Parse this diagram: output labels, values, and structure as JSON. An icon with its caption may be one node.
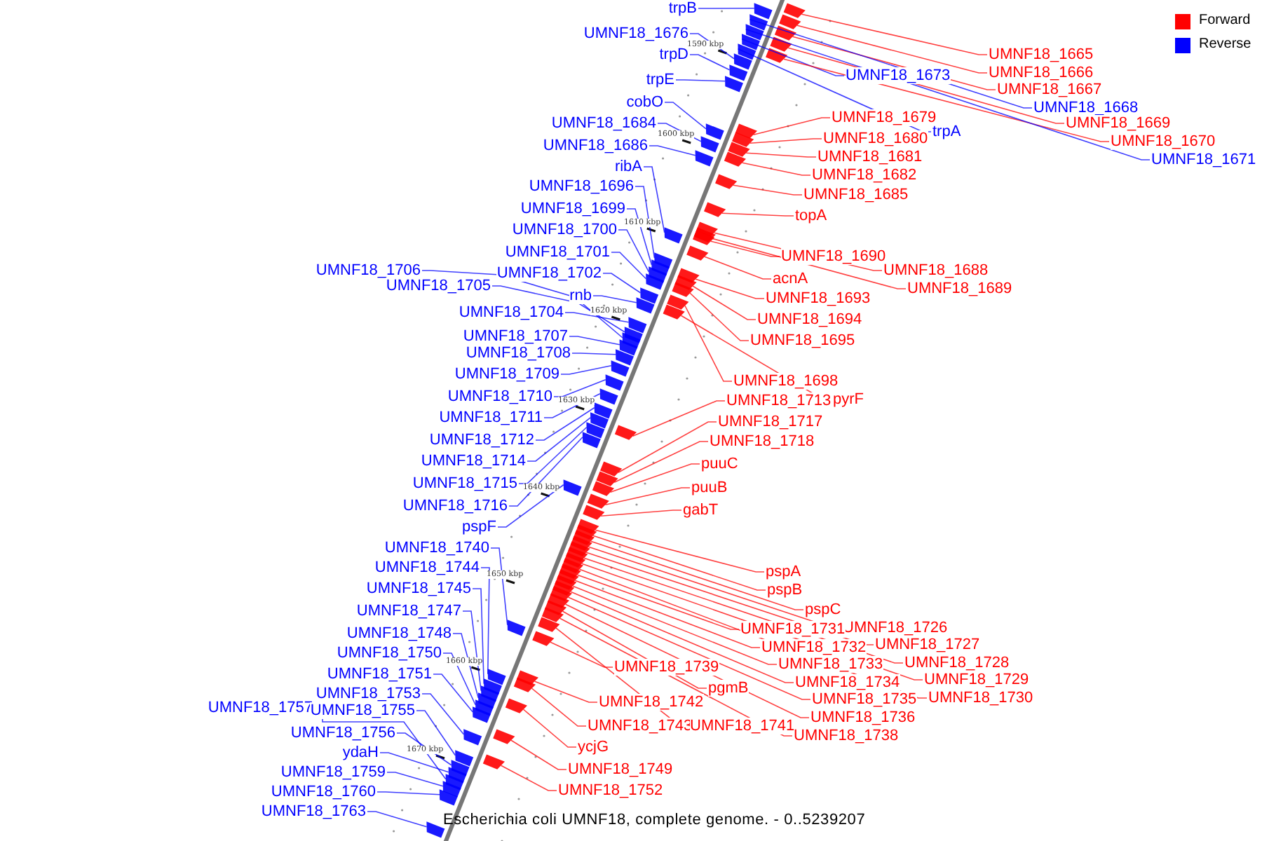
{
  "diagram": {
    "caption": "Escherichia coli UMNF18, complete genome. - 0..5239207",
    "nodes": [
      {
        "text": [
          "trpB"
        ]
      },
      {
        "text": [
          "UMNF18_1676"
        ]
      },
      {
        "text": [
          "trpD"
        ]
      },
      {
        "text": [
          "trpE"
        ]
      },
      {
        "text": [
          "cobO"
        ]
      },
      {
        "text": [
          "UMNF18_1684"
        ]
      },
      {
        "text": [
          "UMNF18_1686"
        ]
      },
      {
        "text": [
          "ribA"
        ]
      },
      {
        "text": [
          "UMNF18_1696"
        ]
      },
      {
        "text": [
          "UMNF18_1699"
        ]
      },
      {
        "text": [
          "UMNF18_1700"
        ]
      },
      {
        "text": [
          "UMNF18_1701"
        ]
      },
      {
        "text": [
          "UMNF18_1702"
        ]
      },
      {
        "text": [
          "UMNF18_1706"
        ]
      },
      {
        "text": [
          "UMNF18_1705"
        ]
      },
      {
        "text": [
          "rnb"
        ]
      },
      {
        "text": [
          "UMNF18_1704"
        ]
      },
      {
        "text": [
          "UMNF18_1707"
        ]
      },
      {
        "text": [
          "UMNF18_1708"
        ]
      },
      {
        "text": [
          "UMNF18_1709"
        ]
      },
      {
        "text": [
          "UMNF18_1710"
        ]
      },
      {
        "text": [
          "UMNF18_1711"
        ]
      },
      {
        "text": [
          "UMNF18_1712"
        ]
      },
      {
        "text": [
          "UMNF18_1714"
        ]
      },
      {
        "text": [
          "UMNF18_1715"
        ]
      },
      {
        "text": [
          "UMNF18_1716"
        ]
      },
      {
        "text": [
          "pspF"
        ]
      },
      {
        "text": [
          "UMNF18_1740"
        ]
      },
      {
        "text": [
          "UMNF18_1744"
        ]
      },
      {
        "text": [
          "UMNF18_1745"
        ]
      },
      {
        "text": [
          "UMNF18_1747"
        ]
      },
      {
        "text": [
          "UMNF18_1748"
        ]
      },
      {
        "text": [
          "UMNF18_1750"
        ]
      },
      {
        "text": [
          "UMNF18_1751"
        ]
      },
      {
        "text": [
          "UMNF18_1753"
        ]
      },
      {
        "text": [
          "UMNF18_1757"
        ]
      },
      {
        "text": [
          "UMNF18_1755"
        ]
      },
      {
        "text": [
          "UMNF18_1756"
        ]
      },
      {
        "text": [
          "ydaH"
        ]
      },
      {
        "text": [
          "UMNF18_1759"
        ]
      },
      {
        "text": [
          "UMNF18_1760"
        ]
      },
      {
        "text": [
          "UMNF18_1763"
        ]
      },
      {
        "text": [
          "UMNF18_1665"
        ]
      },
      {
        "text": [
          "UMNF18_1666"
        ]
      },
      {
        "text": [
          "UMNF18_1667"
        ]
      },
      {
        "text": [
          "UMNF18_1673"
        ]
      },
      {
        "text": [
          "UMNF18_1668"
        ]
      },
      {
        "text": [
          "UMNF18_1669"
        ]
      },
      {
        "text": [
          "UMNF18_1670"
        ]
      },
      {
        "text": [
          "UMNF18_1671"
        ]
      },
      {
        "text": [
          "UMNF18_1679"
        ]
      },
      {
        "text": [
          "trpA"
        ]
      },
      {
        "text": [
          "UMNF18_1680"
        ]
      },
      {
        "text": [
          "UMNF18_1681"
        ]
      },
      {
        "text": [
          "UMNF18_1682"
        ]
      },
      {
        "text": [
          "UMNF18_1685"
        ]
      },
      {
        "text": [
          "topA"
        ]
      },
      {
        "text": [
          "UMNF18_1690"
        ]
      },
      {
        "text": [
          "UMNF18_1688"
        ]
      },
      {
        "text": [
          "UMNF18_1689"
        ]
      },
      {
        "text": [
          "acnA"
        ]
      },
      {
        "text": [
          "UMNF18_1693"
        ]
      },
      {
        "text": [
          "UMNF18_1694"
        ]
      },
      {
        "text": [
          "UMNF18_1695"
        ]
      },
      {
        "text": [
          "UMNF18_1698"
        ]
      },
      {
        "text": [
          "pyrF"
        ]
      },
      {
        "text": [
          "UMNF18_1713"
        ]
      },
      {
        "text": [
          "UMNF18_1717"
        ]
      },
      {
        "text": [
          "UMNF18_1718"
        ]
      },
      {
        "text": [
          "puuC"
        ]
      },
      {
        "text": [
          "puuB"
        ]
      },
      {
        "text": [
          "gabT"
        ]
      },
      {
        "text": [
          "pspA"
        ]
      },
      {
        "text": [
          "pspB"
        ]
      },
      {
        "text": [
          "pspC"
        ]
      },
      {
        "text": [
          "UMNF18_1726"
        ]
      },
      {
        "text": [
          "UMNF18_1731"
        ]
      },
      {
        "text": [
          "UMNF18_1727"
        ]
      },
      {
        "text": [
          "UMNF18_1732"
        ]
      },
      {
        "text": [
          "UMNF18_1733"
        ]
      },
      {
        "text": [
          "UMNF18_1728"
        ]
      },
      {
        "text": [
          "UMNF18_1734"
        ]
      },
      {
        "text": [
          "UMNF18_1729"
        ]
      },
      {
        "text": [
          "UMNF18_1730"
        ]
      },
      {
        "text": [
          "UMNF18_1735"
        ]
      },
      {
        "text": [
          "UMNF18_1739"
        ]
      },
      {
        "text": [
          "pgmB"
        ]
      },
      {
        "text": [
          "UMNF18_1742"
        ]
      },
      {
        "text": [
          "UMNF18_1736"
        ]
      },
      {
        "text": [
          "UMNF18_1743"
        ]
      },
      {
        "text": [
          "UMNF18_1741"
        ]
      },
      {
        "text": [
          "UMNF18_1738"
        ]
      },
      {
        "text": [
          "ycjG"
        ]
      },
      {
        "text": [
          "UMNF18_1749"
        ]
      },
      {
        "text": [
          "UMNF18_1752"
        ]
      },
      {
        "text": [],
        "shape": "bar"
      },
      {
        "text": [],
        "shape": "bar"
      },
      {
        "text": [],
        "shape": "bar"
      },
      {
        "text": [],
        "shape": "bar"
      },
      {
        "text": [],
        "shape": "bar"
      },
      {
        "text": [],
        "shape": "bar"
      },
      {
        "text": [],
        "shape": "bar"
      },
      {
        "text": [],
        "shape": "bar"
      },
      {
        "text": [],
        "shape": "bar"
      },
      {
        "text": [],
        "shape": "bar"
      },
      {
        "text": [],
        "shape": "bar"
      },
      {
        "text": [],
        "shape": "bar"
      },
      {
        "text": [],
        "shape": "bar"
      },
      {
        "text": [],
        "shape": "bar"
      },
      {
        "text": [],
        "shape": "bar"
      },
      {
        "text": [],
        "shape": "bar"
      },
      {
        "text": [],
        "shape": "bar"
      },
      {
        "text": [],
        "shape": "bar"
      },
      {
        "text": [],
        "shape": "bar"
      },
      {
        "text": [],
        "shape": "bar"
      },
      {
        "text": [],
        "shape": "bar"
      },
      {
        "text": [],
        "shape": "bar"
      },
      {
        "text": [],
        "shape": "bar"
      },
      {
        "text": [],
        "shape": "bar"
      },
      {
        "text": [],
        "shape": "bar"
      },
      {
        "text": [],
        "shape": "bar"
      },
      {
        "text": [],
        "shape": "bar"
      },
      {
        "text": [],
        "shape": "bar"
      },
      {
        "text": [],
        "shape": "bar"
      },
      {
        "text": [],
        "shape": "bar"
      },
      {
        "text": [],
        "shape": "bar"
      },
      {
        "text": [],
        "shape": "bar"
      },
      {
        "text": [],
        "shape": "bar"
      },
      {
        "text": [],
        "shape": "bar"
      },
      {
        "text": [],
        "shape": "bar"
      },
      {
        "text": [],
        "shape": "bar"
      },
      {
        "text": [],
        "shape": "bar"
      },
      {
        "text": [],
        "shape": "bar"
      },
      {
        "text": [],
        "shape": "bar"
      },
      {
        "text": [],
        "shape": "bar"
      },
      {
        "text": [],
        "shape": "bar"
      },
      {
        "text": [],
        "shape": "bar"
      },
      {
        "text": [],
        "shape": "bar"
      },
      {
        "text": [],
        "shape": "bar"
      },
      {
        "text": [],
        "shape": "bar"
      },
      {
        "text": [],
        "shape": "bar"
      },
      {
        "text": [],
        "shape": "bar"
      },
      {
        "text": [],
        "shape": "bar"
      },
      {
        "text": [],
        "shape": "bar"
      },
      {
        "text": [],
        "shape": "bar"
      },
      {
        "text": [],
        "shape": "bar"
      },
      {
        "text": [],
        "shape": "bar"
      },
      {
        "text": [],
        "shape": "bar"
      },
      {
        "text": [],
        "shape": "bar"
      },
      {
        "text": [],
        "shape": "bar"
      },
      {
        "text": [],
        "shape": "bar"
      },
      {
        "text": [],
        "shape": "bar"
      },
      {
        "text": [],
        "shape": "bar"
      },
      {
        "text": [],
        "shape": "bar"
      },
      {
        "text": [],
        "shape": "bar"
      },
      {
        "text": [],
        "shape": "bar"
      },
      {
        "text": [],
        "shape": "bar"
      },
      {
        "text": [],
        "shape": "bar"
      },
      {
        "text": [],
        "shape": "bar"
      },
      {
        "text": [],
        "shape": "bar"
      },
      {
        "text": [],
        "shape": "bar"
      },
      {
        "text": [],
        "shape": "bar"
      },
      {
        "text": [],
        "shape": "bar"
      },
      {
        "text": [],
        "shape": "bar"
      },
      {
        "text": [],
        "shape": "bar"
      },
      {
        "text": [],
        "shape": "bar"
      },
      {
        "text": [],
        "shape": "bar"
      },
      {
        "text": [],
        "shape": "bar"
      },
      {
        "text": [],
        "shape": "bar"
      },
      {
        "text": [],
        "shape": "bar"
      },
      {
        "text": [],
        "shape": "bar"
      },
      {
        "text": [],
        "shape": "bar"
      },
      {
        "text": [],
        "shape": "bar"
      },
      {
        "text": [],
        "shape": "bar"
      },
      {
        "text": [],
        "shape": "bar"
      },
      {
        "text": [],
        "shape": "bar"
      },
      {
        "text": [],
        "shape": "bar"
      },
      {
        "text": [],
        "shape": "bar"
      },
      {
        "text": [],
        "shape": "bar"
      },
      {
        "text": [],
        "shape": "bar"
      },
      {
        "text": [],
        "shape": "bar"
      },
      {
        "text": [],
        "shape": "bar"
      },
      {
        "text": [],
        "shape": "bar"
      },
      {
        "text": [],
        "shape": "bar"
      },
      {
        "text": [],
        "shape": "bar"
      },
      {
        "text": [],
        "shape": "bar"
      },
      {
        "text": [],
        "shape": "bar"
      },
      {
        "text": [],
        "shape": "bar"
      },
      {
        "text": [],
        "shape": "bar"
      },
      {
        "text": [],
        "shape": "bar"
      }
    ],
    "edges": [
      {
        "from": 0,
        "to": 96,
        "arrow": "none",
        "color": "#0000ff"
      },
      {
        "from": 1,
        "to": 105,
        "arrow": "none",
        "color": "#0000ff"
      },
      {
        "from": 2,
        "to": 106,
        "arrow": "none",
        "color": "#0000ff"
      },
      {
        "from": 3,
        "to": 107,
        "arrow": "none",
        "color": "#0000ff"
      },
      {
        "from": 4,
        "to": 110,
        "arrow": "none",
        "color": "#0000ff"
      },
      {
        "from": 5,
        "to": 112,
        "arrow": "none",
        "color": "#0000ff"
      },
      {
        "from": 6,
        "to": 114,
        "arrow": "none",
        "color": "#0000ff"
      },
      {
        "from": 7,
        "to": 120,
        "arrow": "none",
        "color": "#0000ff"
      },
      {
        "from": 8,
        "to": 122,
        "arrow": "none",
        "color": "#0000ff"
      },
      {
        "from": 9,
        "to": 124,
        "arrow": "none",
        "color": "#0000ff"
      },
      {
        "from": 10,
        "to": 126,
        "arrow": "none",
        "color": "#0000ff"
      },
      {
        "from": 11,
        "to": 128,
        "arrow": "none",
        "color": "#0000ff"
      },
      {
        "from": 12,
        "to": 130,
        "arrow": "none",
        "color": "#0000ff"
      },
      {
        "from": 13,
        "to": 135,
        "arrow": "none",
        "color": "#0000ff"
      },
      {
        "from": 14,
        "to": 134,
        "arrow": "none",
        "color": "#0000ff"
      },
      {
        "from": 15,
        "to": 132,
        "arrow": "none",
        "color": "#0000ff"
      },
      {
        "from": 16,
        "to": 133,
        "arrow": "none",
        "color": "#0000ff"
      },
      {
        "from": 17,
        "to": 136,
        "arrow": "none",
        "color": "#0000ff"
      },
      {
        "from": 18,
        "to": 137,
        "arrow": "none",
        "color": "#0000ff"
      },
      {
        "from": 19,
        "to": 138,
        "arrow": "none",
        "color": "#0000ff"
      },
      {
        "from": 20,
        "to": 139,
        "arrow": "none",
        "color": "#0000ff"
      },
      {
        "from": 21,
        "to": 140,
        "arrow": "none",
        "color": "#0000ff"
      },
      {
        "from": 22,
        "to": 141,
        "arrow": "none",
        "color": "#0000ff"
      },
      {
        "from": 23,
        "to": 142,
        "arrow": "none",
        "color": "#0000ff"
      },
      {
        "from": 24,
        "to": 144,
        "arrow": "none",
        "color": "#0000ff"
      },
      {
        "from": 25,
        "to": 145,
        "arrow": "none",
        "color": "#0000ff"
      },
      {
        "from": 26,
        "to": 149,
        "arrow": "none",
        "color": "#0000ff"
      },
      {
        "from": 27,
        "to": 169,
        "arrow": "none",
        "color": "#0000ff"
      },
      {
        "from": 28,
        "to": 173,
        "arrow": "none",
        "color": "#0000ff"
      },
      {
        "from": 29,
        "to": 174,
        "arrow": "none",
        "color": "#0000ff"
      },
      {
        "from": 30,
        "to": 175,
        "arrow": "none",
        "color": "#0000ff"
      },
      {
        "from": 31,
        "to": 177,
        "arrow": "none",
        "color": "#0000ff"
      },
      {
        "from": 32,
        "to": 178,
        "arrow": "none",
        "color": "#0000ff"
      },
      {
        "from": 33,
        "to": 179,
        "arrow": "none",
        "color": "#0000ff"
      },
      {
        "from": 34,
        "to": 181,
        "arrow": "none",
        "color": "#0000ff"
      },
      {
        "from": 35,
        "to": 186,
        "arrow": "none",
        "color": "#0000ff"
      },
      {
        "from": 36,
        "to": 183,
        "arrow": "none",
        "color": "#0000ff"
      },
      {
        "from": 37,
        "to": 184,
        "arrow": "none",
        "color": "#0000ff"
      },
      {
        "from": 38,
        "to": 185,
        "arrow": "none",
        "color": "#0000ff"
      },
      {
        "from": 39,
        "to": 187,
        "arrow": "none",
        "color": "#0000ff"
      },
      {
        "from": 40,
        "to": 188,
        "arrow": "none",
        "color": "#0000ff"
      },
      {
        "from": 41,
        "to": 189,
        "arrow": "none",
        "color": "#0000ff"
      },
      {
        "from": 42,
        "to": 95,
        "arrow": "none",
        "color": "#ff0000"
      },
      {
        "from": 43,
        "to": 97,
        "arrow": "none",
        "color": "#ff0000"
      },
      {
        "from": 44,
        "to": 99,
        "arrow": "none",
        "color": "#ff0000"
      },
      {
        "from": 45,
        "to": 102,
        "arrow": "none",
        "color": "#0000ff"
      },
      {
        "from": 46,
        "to": 98,
        "arrow": "none",
        "color": "#0000ff"
      },
      {
        "from": 47,
        "to": 101,
        "arrow": "none",
        "color": "#ff0000"
      },
      {
        "from": 48,
        "to": 103,
        "arrow": "none",
        "color": "#ff0000"
      },
      {
        "from": 49,
        "to": 100,
        "arrow": "none",
        "color": "#0000ff"
      },
      {
        "from": 50,
        "to": 108,
        "arrow": "none",
        "color": "#ff0000"
      },
      {
        "from": 51,
        "to": 104,
        "arrow": "none",
        "color": "#0000ff"
      },
      {
        "from": 52,
        "to": 109,
        "arrow": "none",
        "color": "#ff0000"
      },
      {
        "from": 53,
        "to": 111,
        "arrow": "none",
        "color": "#ff0000"
      },
      {
        "from": 54,
        "to": 113,
        "arrow": "none",
        "color": "#ff0000"
      },
      {
        "from": 55,
        "to": 115,
        "arrow": "none",
        "color": "#ff0000"
      },
      {
        "from": 56,
        "to": 116,
        "arrow": "none",
        "color": "#ff0000"
      },
      {
        "from": 57,
        "to": 119,
        "arrow": "none",
        "color": "#ff0000"
      },
      {
        "from": 58,
        "to": 117,
        "arrow": "none",
        "color": "#ff0000"
      },
      {
        "from": 59,
        "to": 118,
        "arrow": "none",
        "color": "#ff0000"
      },
      {
        "from": 60,
        "to": 121,
        "arrow": "none",
        "color": "#ff0000"
      },
      {
        "from": 61,
        "to": 123,
        "arrow": "none",
        "color": "#ff0000"
      },
      {
        "from": 62,
        "to": 125,
        "arrow": "none",
        "color": "#ff0000"
      },
      {
        "from": 63,
        "to": 127,
        "arrow": "none",
        "color": "#ff0000"
      },
      {
        "from": 64,
        "to": 129,
        "arrow": "none",
        "color": "#ff0000"
      },
      {
        "from": 65,
        "to": 131,
        "arrow": "none",
        "color": "#ff0000"
      },
      {
        "from": 66,
        "to": 143,
        "arrow": "none",
        "color": "#ff0000"
      },
      {
        "from": 67,
        "to": 146,
        "arrow": "none",
        "color": "#ff0000"
      },
      {
        "from": 68,
        "to": 147,
        "arrow": "none",
        "color": "#ff0000"
      },
      {
        "from": 69,
        "to": 148,
        "arrow": "none",
        "color": "#ff0000"
      },
      {
        "from": 70,
        "to": 150,
        "arrow": "none",
        "color": "#ff0000"
      },
      {
        "from": 71,
        "to": 151,
        "arrow": "none",
        "color": "#ff0000"
      },
      {
        "from": 72,
        "to": 152,
        "arrow": "none",
        "color": "#ff0000"
      },
      {
        "from": 73,
        "to": 153,
        "arrow": "none",
        "color": "#ff0000"
      },
      {
        "from": 74,
        "to": 154,
        "arrow": "none",
        "color": "#ff0000"
      },
      {
        "from": 75,
        "to": 155,
        "arrow": "none",
        "color": "#ff0000"
      },
      {
        "from": 76,
        "to": 160,
        "arrow": "none",
        "color": "#ff0000"
      },
      {
        "from": 77,
        "to": 156,
        "arrow": "none",
        "color": "#ff0000"
      },
      {
        "from": 78,
        "to": 161,
        "arrow": "none",
        "color": "#ff0000"
      },
      {
        "from": 79,
        "to": 162,
        "arrow": "none",
        "color": "#ff0000"
      },
      {
        "from": 80,
        "to": 157,
        "arrow": "none",
        "color": "#ff0000"
      },
      {
        "from": 81,
        "to": 163,
        "arrow": "none",
        "color": "#ff0000"
      },
      {
        "from": 82,
        "to": 158,
        "arrow": "none",
        "color": "#ff0000"
      },
      {
        "from": 83,
        "to": 159,
        "arrow": "none",
        "color": "#ff0000"
      },
      {
        "from": 84,
        "to": 164,
        "arrow": "none",
        "color": "#ff0000"
      },
      {
        "from": 85,
        "to": 170,
        "arrow": "none",
        "color": "#ff0000"
      },
      {
        "from": 86,
        "to": 166,
        "arrow": "none",
        "color": "#ff0000"
      },
      {
        "from": 87,
        "to": 171,
        "arrow": "none",
        "color": "#ff0000"
      },
      {
        "from": 88,
        "to": 165,
        "arrow": "none",
        "color": "#ff0000"
      },
      {
        "from": 89,
        "to": 172,
        "arrow": "none",
        "color": "#ff0000"
      },
      {
        "from": 90,
        "to": 168,
        "arrow": "none",
        "color": "#ff0000"
      },
      {
        "from": 91,
        "to": 167,
        "arrow": "none",
        "color": "#ff0000"
      },
      {
        "from": 92,
        "to": 176,
        "arrow": "none",
        "color": "#ff0000"
      },
      {
        "from": 93,
        "to": 180,
        "arrow": "none",
        "color": "#ff0000"
      },
      {
        "from": 94,
        "to": 182,
        "arrow": "none",
        "color": "#ff0000"
      }
    ],
    "labels": [
      "1590 kbp",
      "1600 kbp",
      "1610 kbp",
      "1620 kbp",
      "1630 kbp",
      "1640 kbp",
      "1650 kbp",
      "1660 kbp",
      "1670 kbp"
    ],
    "legend": [
      {
        "text": "Forward",
        "color": "#ff0000"
      },
      {
        "text": "Reverse",
        "color": "#0000ff"
      }
    ]
  }
}
